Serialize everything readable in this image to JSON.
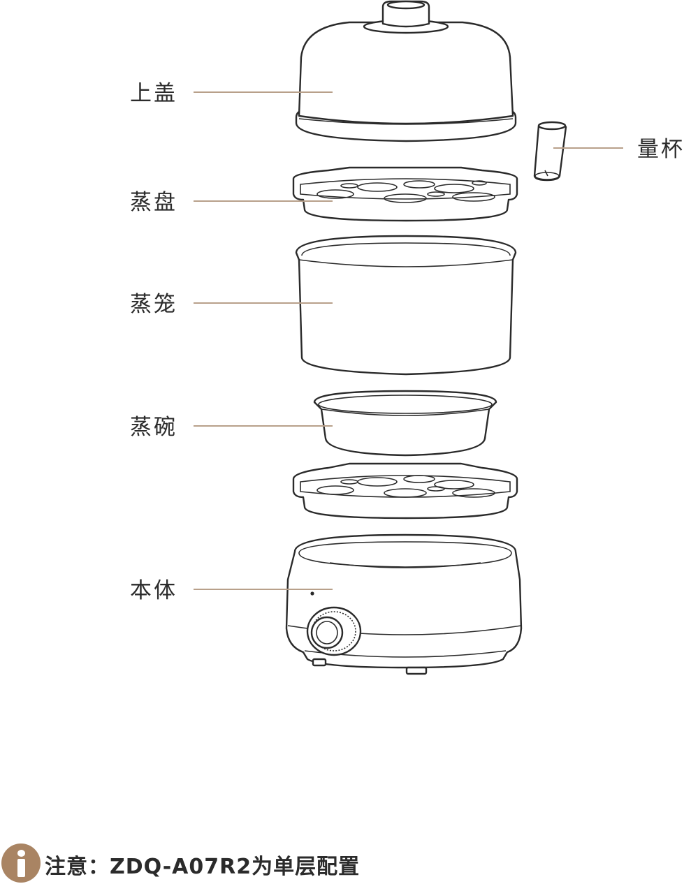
{
  "parts": [
    {
      "id": "lid",
      "label": "上盖"
    },
    {
      "id": "measuring-cup",
      "label": "量杯"
    },
    {
      "id": "steam-tray",
      "label": "蒸盘"
    },
    {
      "id": "steamer-basket",
      "label": "蒸笼"
    },
    {
      "id": "steam-bowl",
      "label": "蒸碗"
    },
    {
      "id": "base",
      "label": "本体"
    }
  ],
  "note": {
    "icon": "info-icon",
    "text": "注意：ZDQ-A07R2为单层配置"
  },
  "colors": {
    "accent": "#a98463",
    "leader_line": "#b8a08a",
    "outline": "#2a2a2a",
    "text": "#2b2b2b"
  }
}
